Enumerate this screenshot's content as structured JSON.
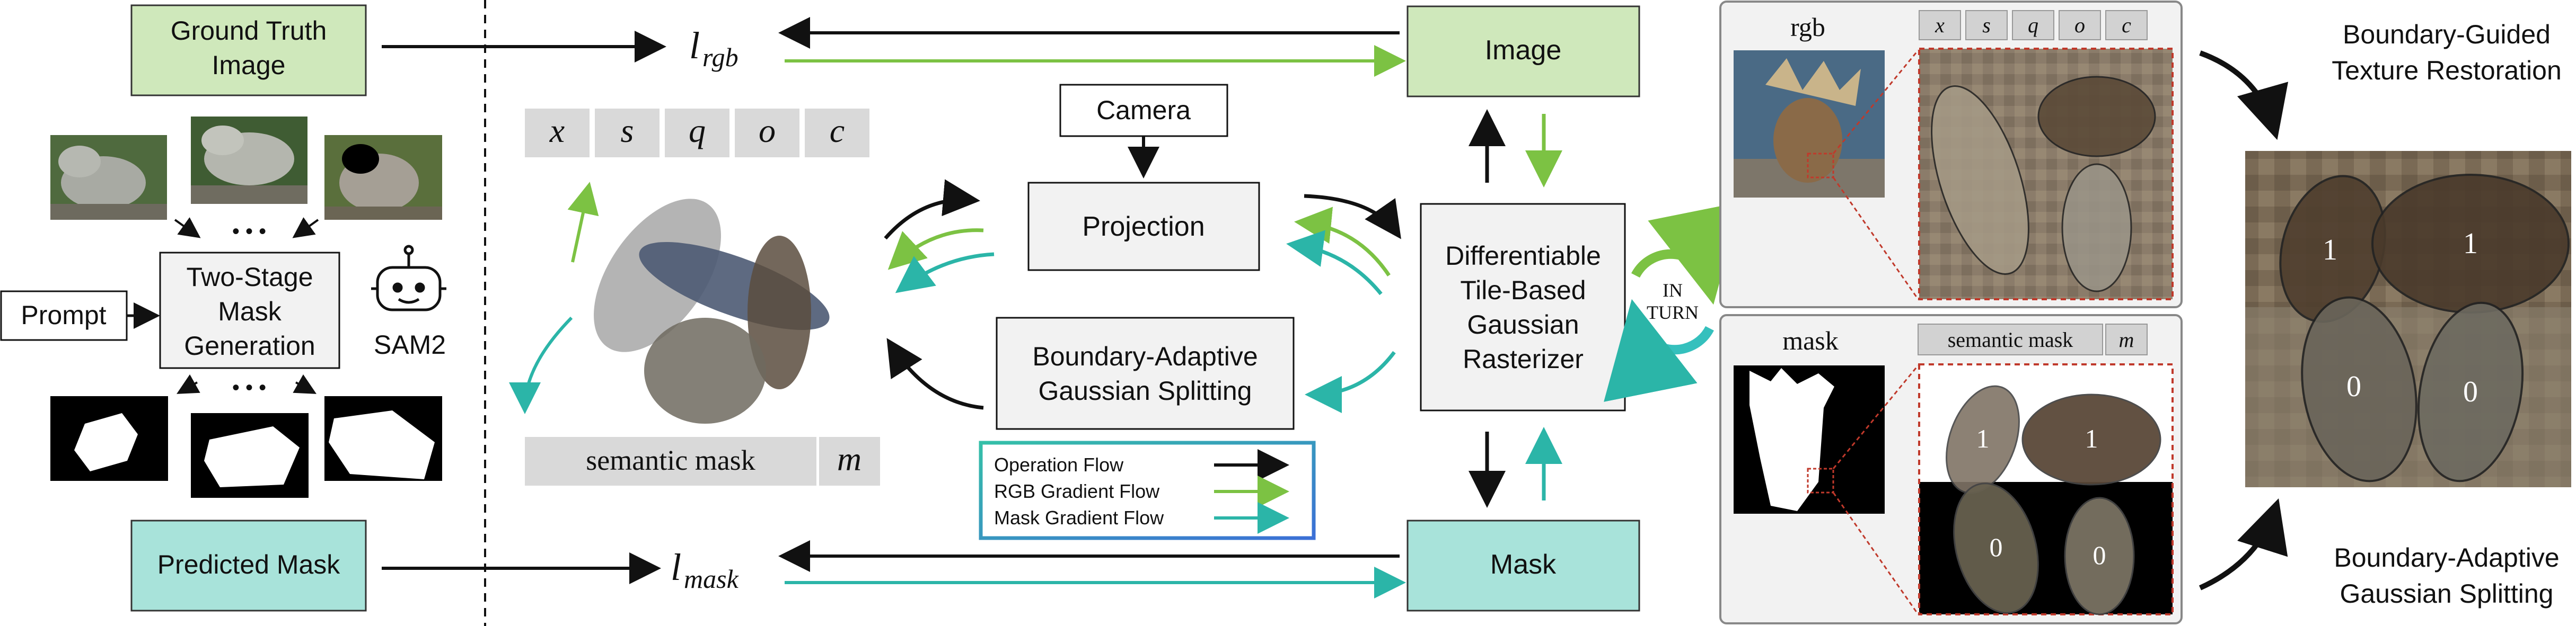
{
  "left": {
    "gt_line1": "Ground Truth",
    "gt_line2": "Image",
    "prompt": "Prompt",
    "mask_gen_line1": "Two-Stage",
    "mask_gen_line2": "Mask",
    "mask_gen_line3": "Generation",
    "sam2": "SAM2",
    "predicted_mask": "Predicted Mask",
    "dots": "• • •"
  },
  "losses": {
    "rgb_main": "l",
    "rgb_sub": "rgb",
    "mask_main": "l",
    "mask_sub": "mask"
  },
  "attributes": [
    "x",
    "s",
    "q",
    "o",
    "c"
  ],
  "semantic": {
    "label": "semantic mask",
    "symbol": "m"
  },
  "middle": {
    "camera": "Camera",
    "projection": "Projection",
    "splitting_line1": "Boundary-Adaptive",
    "splitting_line2": "Gaussian Splitting",
    "rasterizer_line1": "Differentiable",
    "rasterizer_line2": "Tile-Based",
    "rasterizer_line3": "Gaussian",
    "rasterizer_line4": "Rasterizer",
    "image": "Image",
    "mask": "Mask",
    "in_turn_line1": "IN",
    "in_turn_line2": "TURN"
  },
  "legend": [
    {
      "label": "Operation Flow",
      "color": "#111111"
    },
    {
      "label": "RGB Gradient Flow",
      "color": "#7cc243"
    },
    {
      "label": "Mask Gradient Flow",
      "color": "#2bb5a8"
    }
  ],
  "right_panel": {
    "rgb_label": "rgb",
    "mask_label": "mask",
    "ellipse_ones": "1",
    "ellipse_zeros": "0"
  },
  "far_right": {
    "top_line1": "Boundary-Guided",
    "top_line2": "Texture Restoration",
    "bottom_line1": "Boundary-Adaptive",
    "bottom_line2": "Gaussian Splitting"
  },
  "colors": {
    "green_box": "#cfe8bb",
    "teal_box": "#a8e3da",
    "gray_box": "#f0f0f0",
    "attr_box": "#d9d9d9",
    "rgb_arrow": "#7cc243",
    "mask_arrow": "#2bb5a8",
    "dashed_red": "#c0392b"
  }
}
